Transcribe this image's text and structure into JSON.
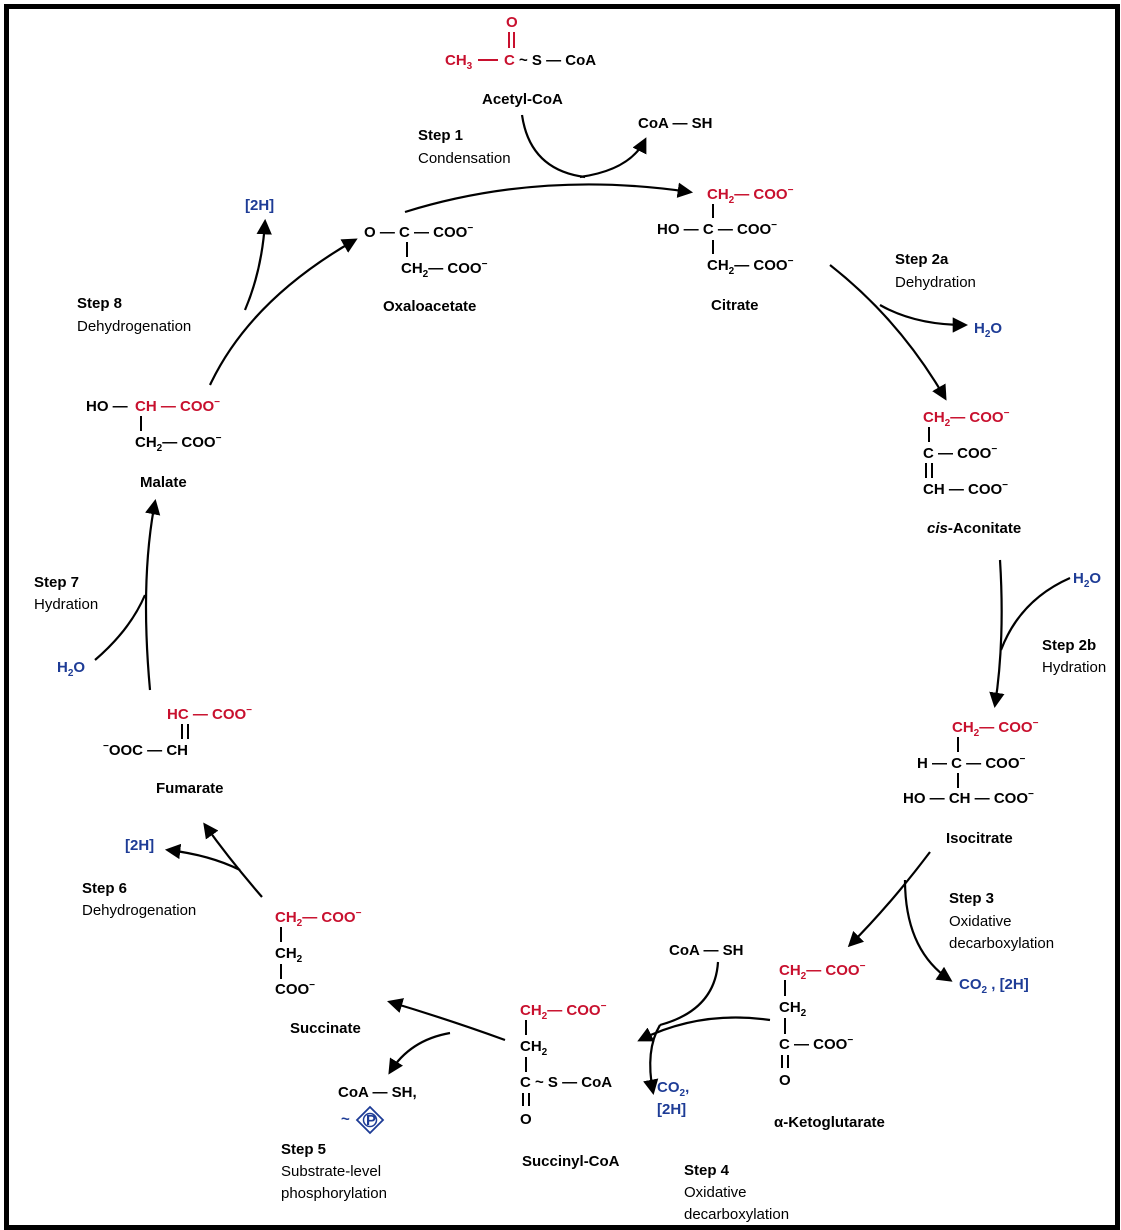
{
  "colors": {
    "highlight": "#c8102e",
    "byproduct": "#1e3c96",
    "border": "#000000"
  },
  "molecules": {
    "acetyl_coa": {
      "o": "O",
      "ch3": "CH",
      "ch3_sub": "3",
      "c": "C",
      "tail": "~ S — CoA",
      "name": "Acetyl-CoA"
    },
    "citrate": {
      "l1a": "CH",
      "l1b": "2",
      "l1c": "— COO",
      "l2a": "HO — C — COO",
      "l3a": "CH",
      "l3b": "2",
      "l3c": "— COO",
      "minus": "−",
      "name": "Citrate"
    },
    "cis_aconitate": {
      "l1a": "CH",
      "l1b": "2",
      "l1c": "— COO",
      "l2": "C — COO",
      "l3": "CH — COO",
      "minus": "−",
      "name_it": "cis",
      "name": "-Aconitate"
    },
    "isocitrate": {
      "l1a": "CH",
      "l1b": "2",
      "l1c": "— COO",
      "l2": "H — C — COO",
      "l3": "HO — CH — COO",
      "minus": "−",
      "name": "Isocitrate"
    },
    "alpha_kg": {
      "l1a": "CH",
      "l1b": "2",
      "l1c": "— COO",
      "l2a": "CH",
      "l2b": "2",
      "l3": "C — COO",
      "l4": "O",
      "minus": "−",
      "name": "α-Ketoglutarate"
    },
    "succinyl_coa": {
      "l1a": "CH",
      "l1b": "2",
      "l1c": "— COO",
      "l2a": "CH",
      "l2b": "2",
      "l3": "C ~ S — CoA",
      "l4": "O",
      "minus": "−",
      "name": "Succinyl-CoA"
    },
    "succinate": {
      "l1a": "CH",
      "l1b": "2",
      "l1c": "— COO",
      "l2a": "CH",
      "l2b": "2",
      "l3": "COO",
      "minus": "−",
      "name": "Succinate"
    },
    "fumarate": {
      "l1": "HC — COO",
      "l2a": "OOC — CH",
      "minus": "−",
      "name": "Fumarate"
    },
    "malate": {
      "l1a": "HO —",
      "l1b": "CH — COO",
      "l2a": "CH",
      "l2b": "2",
      "l2c": "— COO",
      "minus": "−",
      "name": "Malate"
    },
    "oxaloacetate": {
      "l1": "O — C — COO",
      "l2a": "CH",
      "l2b": "2",
      "l2c": "— COO",
      "minus": "−",
      "name": "Oxaloacetate"
    }
  },
  "steps": {
    "s1": {
      "title": "Step 1",
      "desc": "Condensation"
    },
    "s2a": {
      "title": "Step 2a",
      "desc": "Dehydration"
    },
    "s2b": {
      "title": "Step 2b",
      "desc": "Hydration"
    },
    "s3": {
      "title": "Step 3",
      "desc1": "Oxidative",
      "desc2": "decarboxylation"
    },
    "s4": {
      "title": "Step 4",
      "desc1": "Oxidative",
      "desc2": "decarboxylation"
    },
    "s5": {
      "title": "Step 5",
      "desc1": "Substrate-level",
      "desc2": "phosphorylation"
    },
    "s6": {
      "title": "Step 6",
      "desc": "Dehydrogenation"
    },
    "s7": {
      "title": "Step 7",
      "desc": "Hydration"
    },
    "s8": {
      "title": "Step 8",
      "desc": "Dehydrogenation"
    }
  },
  "side": {
    "coash_1": "CoA — SH",
    "h2o_out": "H",
    "h2o_out_sub": "2",
    "h2o_out_end": "O",
    "h2o_in_2b": "H",
    "h2o_in_2b_sub": "2",
    "h2o_in_2b_end": "O",
    "co2_3": "CO",
    "co2_3_sub": "2",
    "co2_3_end": " , [2H]",
    "coash_4": "CoA — SH",
    "co2_4": "CO",
    "co2_4_sub": "2",
    "co2_4_end": ",",
    "h2_4": "[2H]",
    "coash_5": "CoA — SH,",
    "tilde_5": "~",
    "p_5": "P",
    "h2_6": "[2H]",
    "h2o_7": "H",
    "h2o_7_sub": "2",
    "h2o_7_end": "O",
    "h2_8": "[2H]"
  }
}
